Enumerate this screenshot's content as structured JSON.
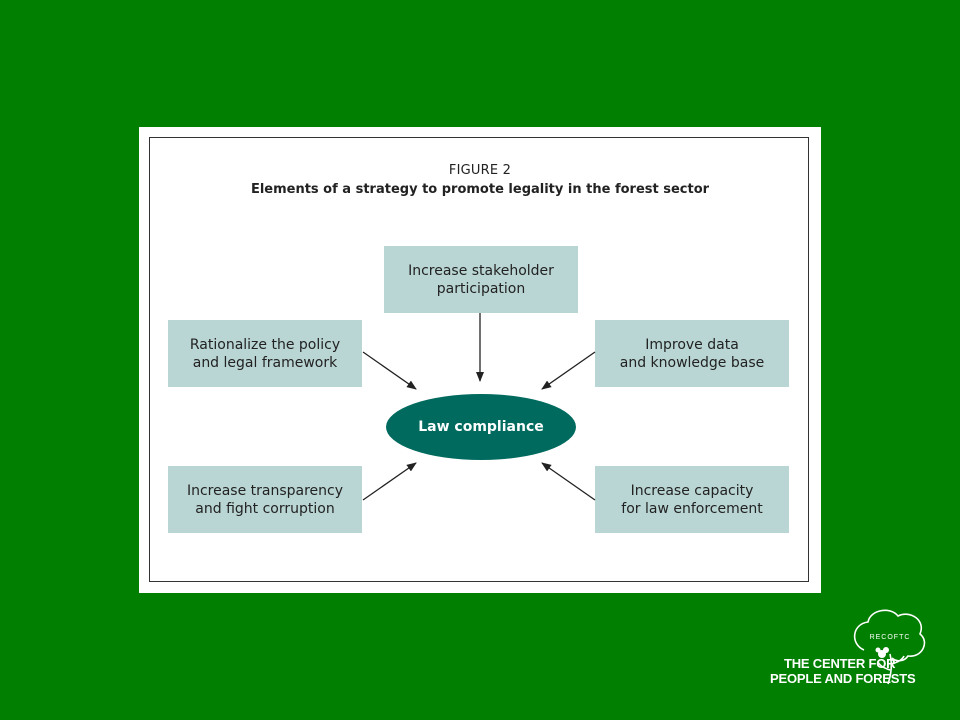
{
  "figure": {
    "label": "FIGURE 2",
    "title": "Elements of a strategy to promote legality in the forest sector"
  },
  "diagram": {
    "center": "Law compliance",
    "nodes": [
      {
        "id": "top",
        "text": "Increase stakeholder\nparticipation"
      },
      {
        "id": "left-upper",
        "text": "Rationalize the policy\nand legal framework"
      },
      {
        "id": "right-upper",
        "text": "Improve data\nand knowledge base"
      },
      {
        "id": "left-lower",
        "text": "Increase transparency\nand fight corruption"
      },
      {
        "id": "right-lower",
        "text": "Increase capacity\nfor law enforcement"
      }
    ],
    "edges": [
      {
        "from": "top",
        "to": "center"
      },
      {
        "from": "left-upper",
        "to": "center"
      },
      {
        "from": "right-upper",
        "to": "center"
      },
      {
        "from": "left-lower",
        "to": "center"
      },
      {
        "from": "right-lower",
        "to": "center"
      }
    ]
  },
  "branding": {
    "org_abbrev": "RECOFTC",
    "line1": "THE CENTER FOR",
    "line2": "PEOPLE AND FORESTS",
    "logo_icon": "tree-outline-icon"
  },
  "colors": {
    "background": "#017f01",
    "node_fill": "#b9d6d4",
    "center_fill": "#006a5e"
  }
}
